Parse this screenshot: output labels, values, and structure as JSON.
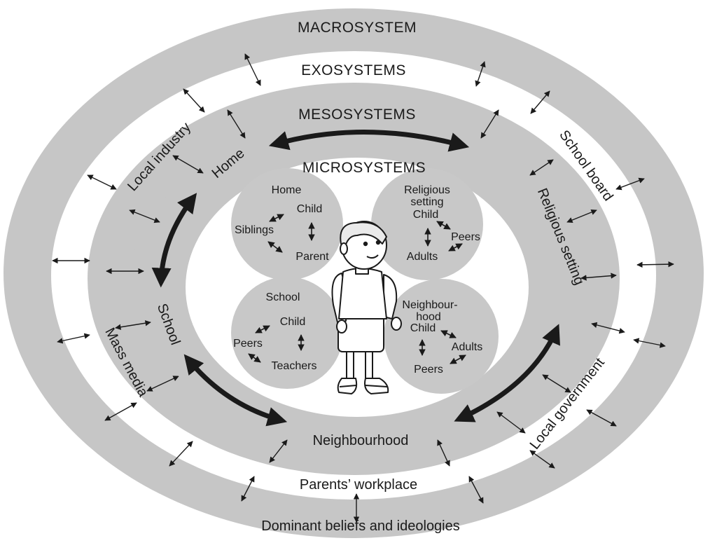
{
  "colors": {
    "band": "#c6c6c6",
    "white": "#ffffff",
    "circle": "#c8c8c8",
    "ink": "#1a1a1a"
  },
  "macrosystem": {
    "title": "MACROSYSTEM",
    "label": "Dominant beliefs and ideologies"
  },
  "exosystems": {
    "title": "EXOSYSTEMS",
    "labels": {
      "local_industry": "Local industry",
      "mass_media": "Mass media",
      "parents_workplace": "Parents’ workplace",
      "school_board": "School board",
      "local_government": "Local government"
    }
  },
  "mesosystems": {
    "title": "MESOSYSTEMS",
    "labels": {
      "home": "Home",
      "school": "School",
      "neighbourhood": "Neighbourhood",
      "religious_setting": "Religious setting"
    }
  },
  "microsystems": {
    "title": "MICROSYSTEMS",
    "home": {
      "title": "Home",
      "child": "Child",
      "left": "Siblings",
      "bottom": "Parent"
    },
    "religious": {
      "title_line1": "Religious",
      "title_line2": "setting",
      "child": "Child",
      "right": "Peers",
      "bottom": "Adults"
    },
    "school": {
      "title": "School",
      "child": "Child",
      "left": "Peers",
      "bottom": "Teachers"
    },
    "neighbourhood": {
      "title_line1": "Neighbour-",
      "title_line2": "hood",
      "child": "Child",
      "right": "Adults",
      "bottom": "Peers"
    }
  },
  "icons": {
    "center": "child-figure-icon"
  }
}
